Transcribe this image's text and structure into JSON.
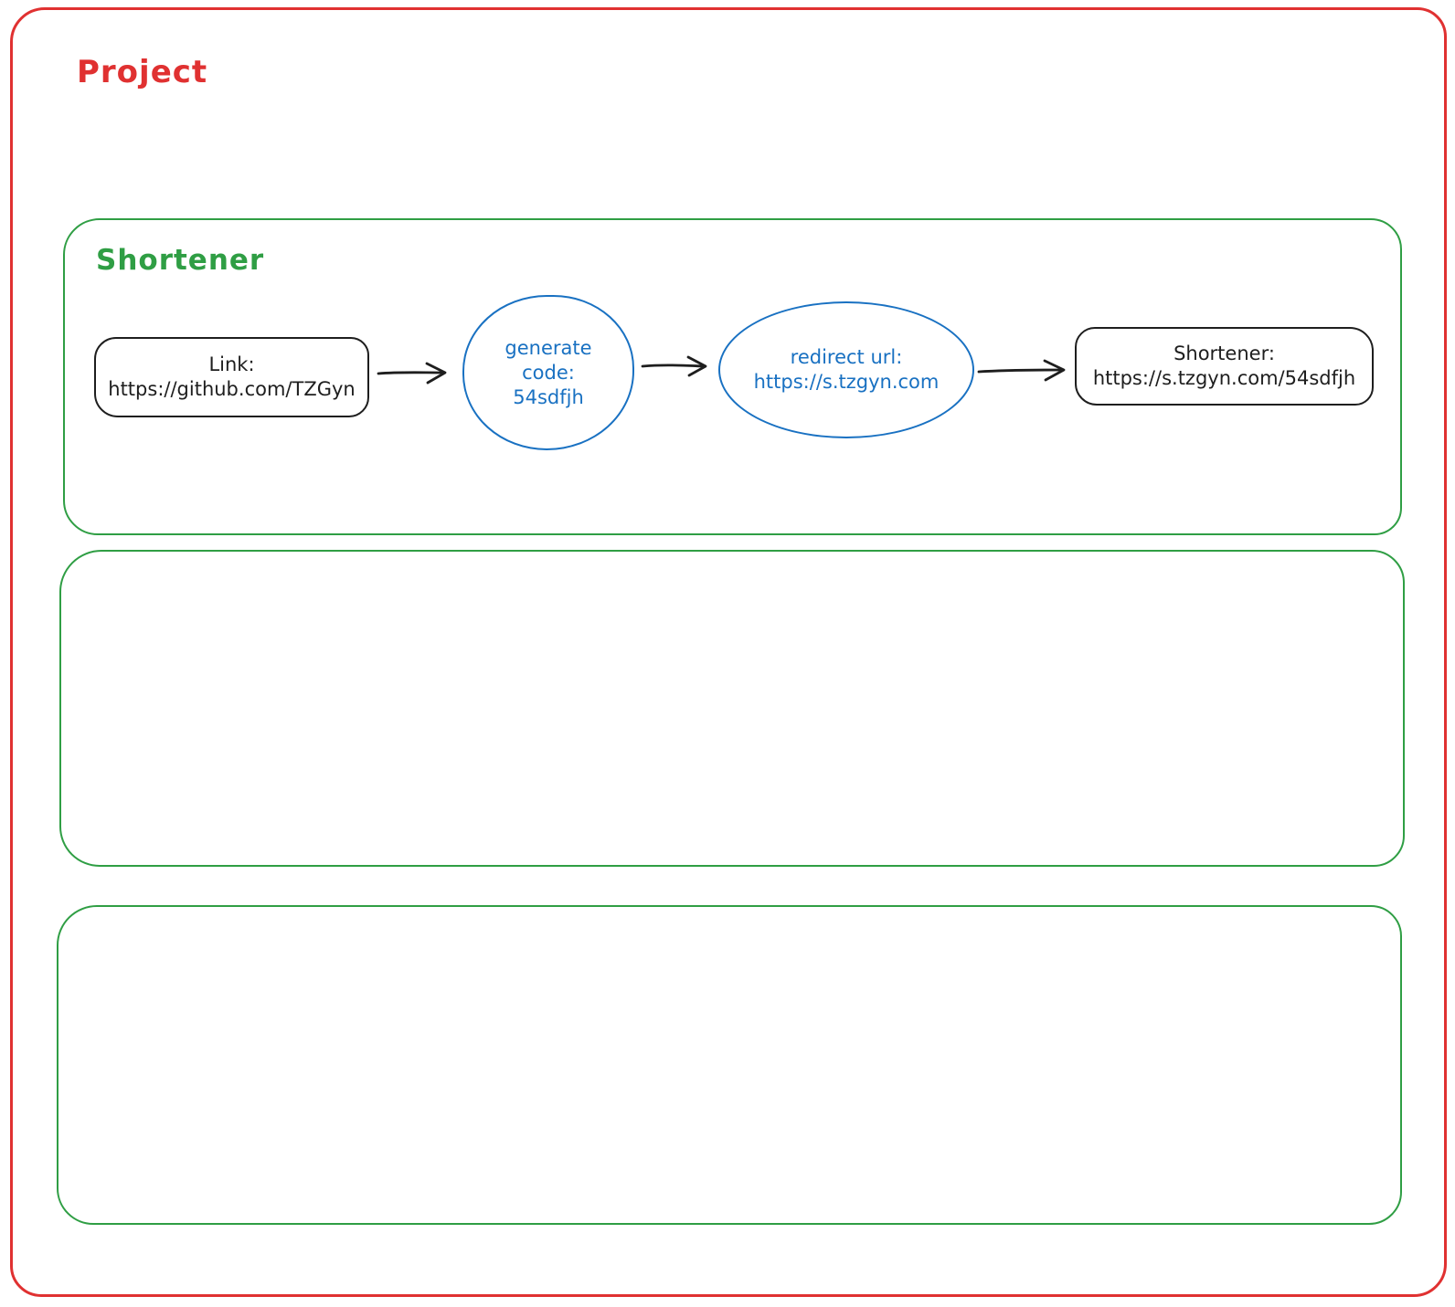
{
  "canvas": {
    "title": "Project",
    "colors": {
      "frame_red": "#e03131",
      "section_green": "#2f9e44",
      "shape_blue": "#1971c2",
      "ink_black": "#1e1e1e",
      "background": "#ffffff"
    }
  },
  "sections": {
    "shortener": {
      "label": "Shortener"
    },
    "empty_1": {
      "label": ""
    },
    "empty_2": {
      "label": ""
    }
  },
  "flow": {
    "nodes": [
      {
        "shape": "rounded-rect",
        "lines": [
          "Link:",
          "https://github.com/TZGyn"
        ]
      },
      {
        "shape": "circle",
        "lines": [
          "generate",
          "code:",
          "54sdfjh"
        ]
      },
      {
        "shape": "ellipse",
        "lines": [
          "redirect url:",
          "https://s.tzgyn.com"
        ]
      },
      {
        "shape": "rounded-rect",
        "lines": [
          "Shortener:",
          "https://s.tzgyn.com/54sdfjh"
        ]
      }
    ]
  }
}
